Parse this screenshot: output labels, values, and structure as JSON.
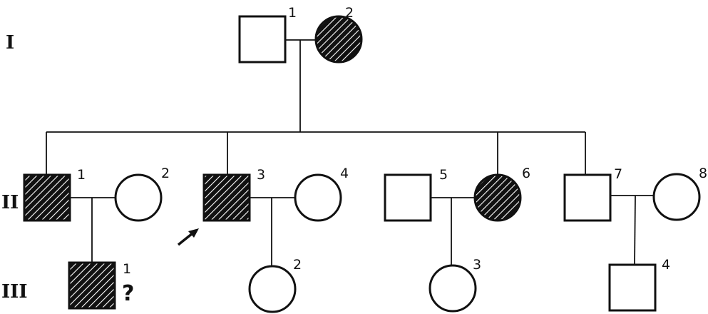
{
  "generations": [
    "I",
    "II",
    "III"
  ],
  "individuals": [
    {
      "id": "I-1",
      "gen": "I",
      "number": "1",
      "sex": "male",
      "affected": false
    },
    {
      "id": "I-2",
      "gen": "I",
      "number": "2",
      "sex": "female",
      "affected": true
    },
    {
      "id": "II-1",
      "gen": "II",
      "number": "1",
      "sex": "male",
      "affected": true
    },
    {
      "id": "II-2",
      "gen": "II",
      "number": "2",
      "sex": "female",
      "affected": false
    },
    {
      "id": "II-3",
      "gen": "II",
      "number": "3",
      "sex": "male",
      "affected": true,
      "proband": true
    },
    {
      "id": "II-4",
      "gen": "II",
      "number": "4",
      "sex": "female",
      "affected": false
    },
    {
      "id": "II-5",
      "gen": "II",
      "number": "5",
      "sex": "male",
      "affected": false
    },
    {
      "id": "II-6",
      "gen": "II",
      "number": "6",
      "sex": "female",
      "affected": true
    },
    {
      "id": "II-7",
      "gen": "II",
      "number": "7",
      "sex": "male",
      "affected": false
    },
    {
      "id": "II-8",
      "gen": "II",
      "number": "8",
      "sex": "female",
      "affected": false
    },
    {
      "id": "III-1",
      "gen": "III",
      "number": "1",
      "sex": "male",
      "affected": true,
      "note": "?"
    },
    {
      "id": "III-2",
      "gen": "III",
      "number": "2",
      "sex": "female",
      "affected": false
    },
    {
      "id": "III-3",
      "gen": "III",
      "number": "3",
      "sex": "female",
      "affected": false
    },
    {
      "id": "III-4",
      "gen": "III",
      "number": "4",
      "sex": "male",
      "affected": false
    }
  ],
  "colors": {
    "stroke": "#111111",
    "fill": "#ffffff",
    "affected_bg": "#111111",
    "hatch": "#ffffff"
  }
}
